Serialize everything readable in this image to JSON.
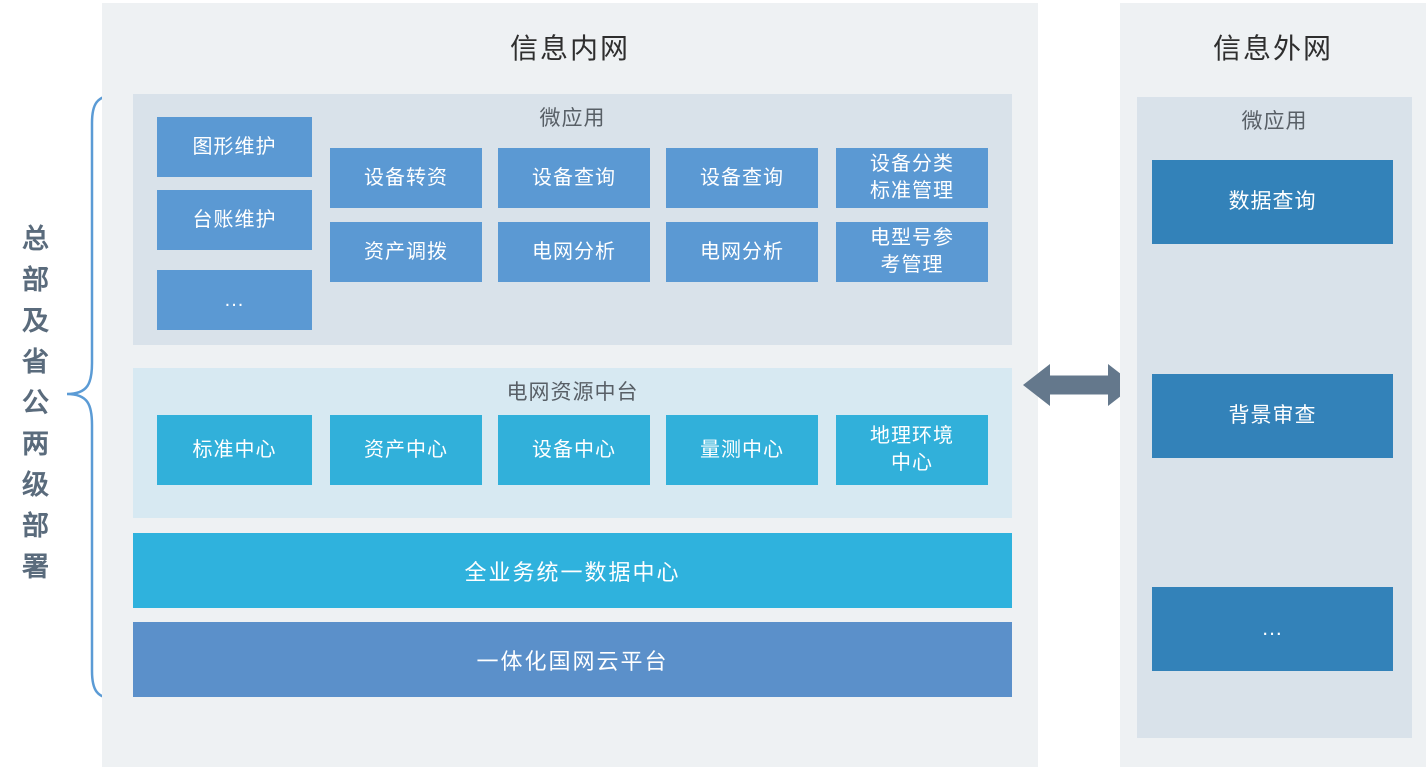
{
  "deployment_label": "总部及省公两级部署",
  "colors": {
    "panel_bg": "#eef1f3",
    "microapps_bg": "#d9e2ea",
    "resource_bg": "#d7e9f2",
    "intranet_box_blue": "#5b99d3",
    "extranet_box_blue": "#3382b9",
    "center_cyan": "#31b0da",
    "data_bar_cyan": "#2fb2dd",
    "cloud_bar_blue": "#5b90ca",
    "arrow_gray": "#64788c",
    "brace_blue": "#5b9bd5"
  },
  "intranet": {
    "title": "信息内网",
    "microapps": {
      "title": "微应用",
      "left_items": [
        "图形维护",
        "台账维护",
        "..."
      ],
      "grid_rows": [
        [
          "设备转资",
          "设备查询",
          "设备查询",
          "设备分类标准管理"
        ],
        [
          "资产调拨",
          "电网分析",
          "电网分析",
          "电型号参考管理"
        ]
      ]
    },
    "resource_platform": {
      "title": "电网资源中台",
      "centers": [
        "标准中心",
        "资产中心",
        "设备中心",
        "量测中心",
        "地理环境中心"
      ]
    },
    "data_center_bar": "全业务统一数据中心",
    "cloud_platform_bar": "一体化国网云平台"
  },
  "extranet": {
    "title": "信息外网",
    "microapps": {
      "title": "微应用",
      "items": [
        "数据查询",
        "背景审查",
        "..."
      ]
    }
  },
  "icons": {
    "exchange_arrow": "double-headed-arrow",
    "deployment_brace": "curly-brace"
  }
}
